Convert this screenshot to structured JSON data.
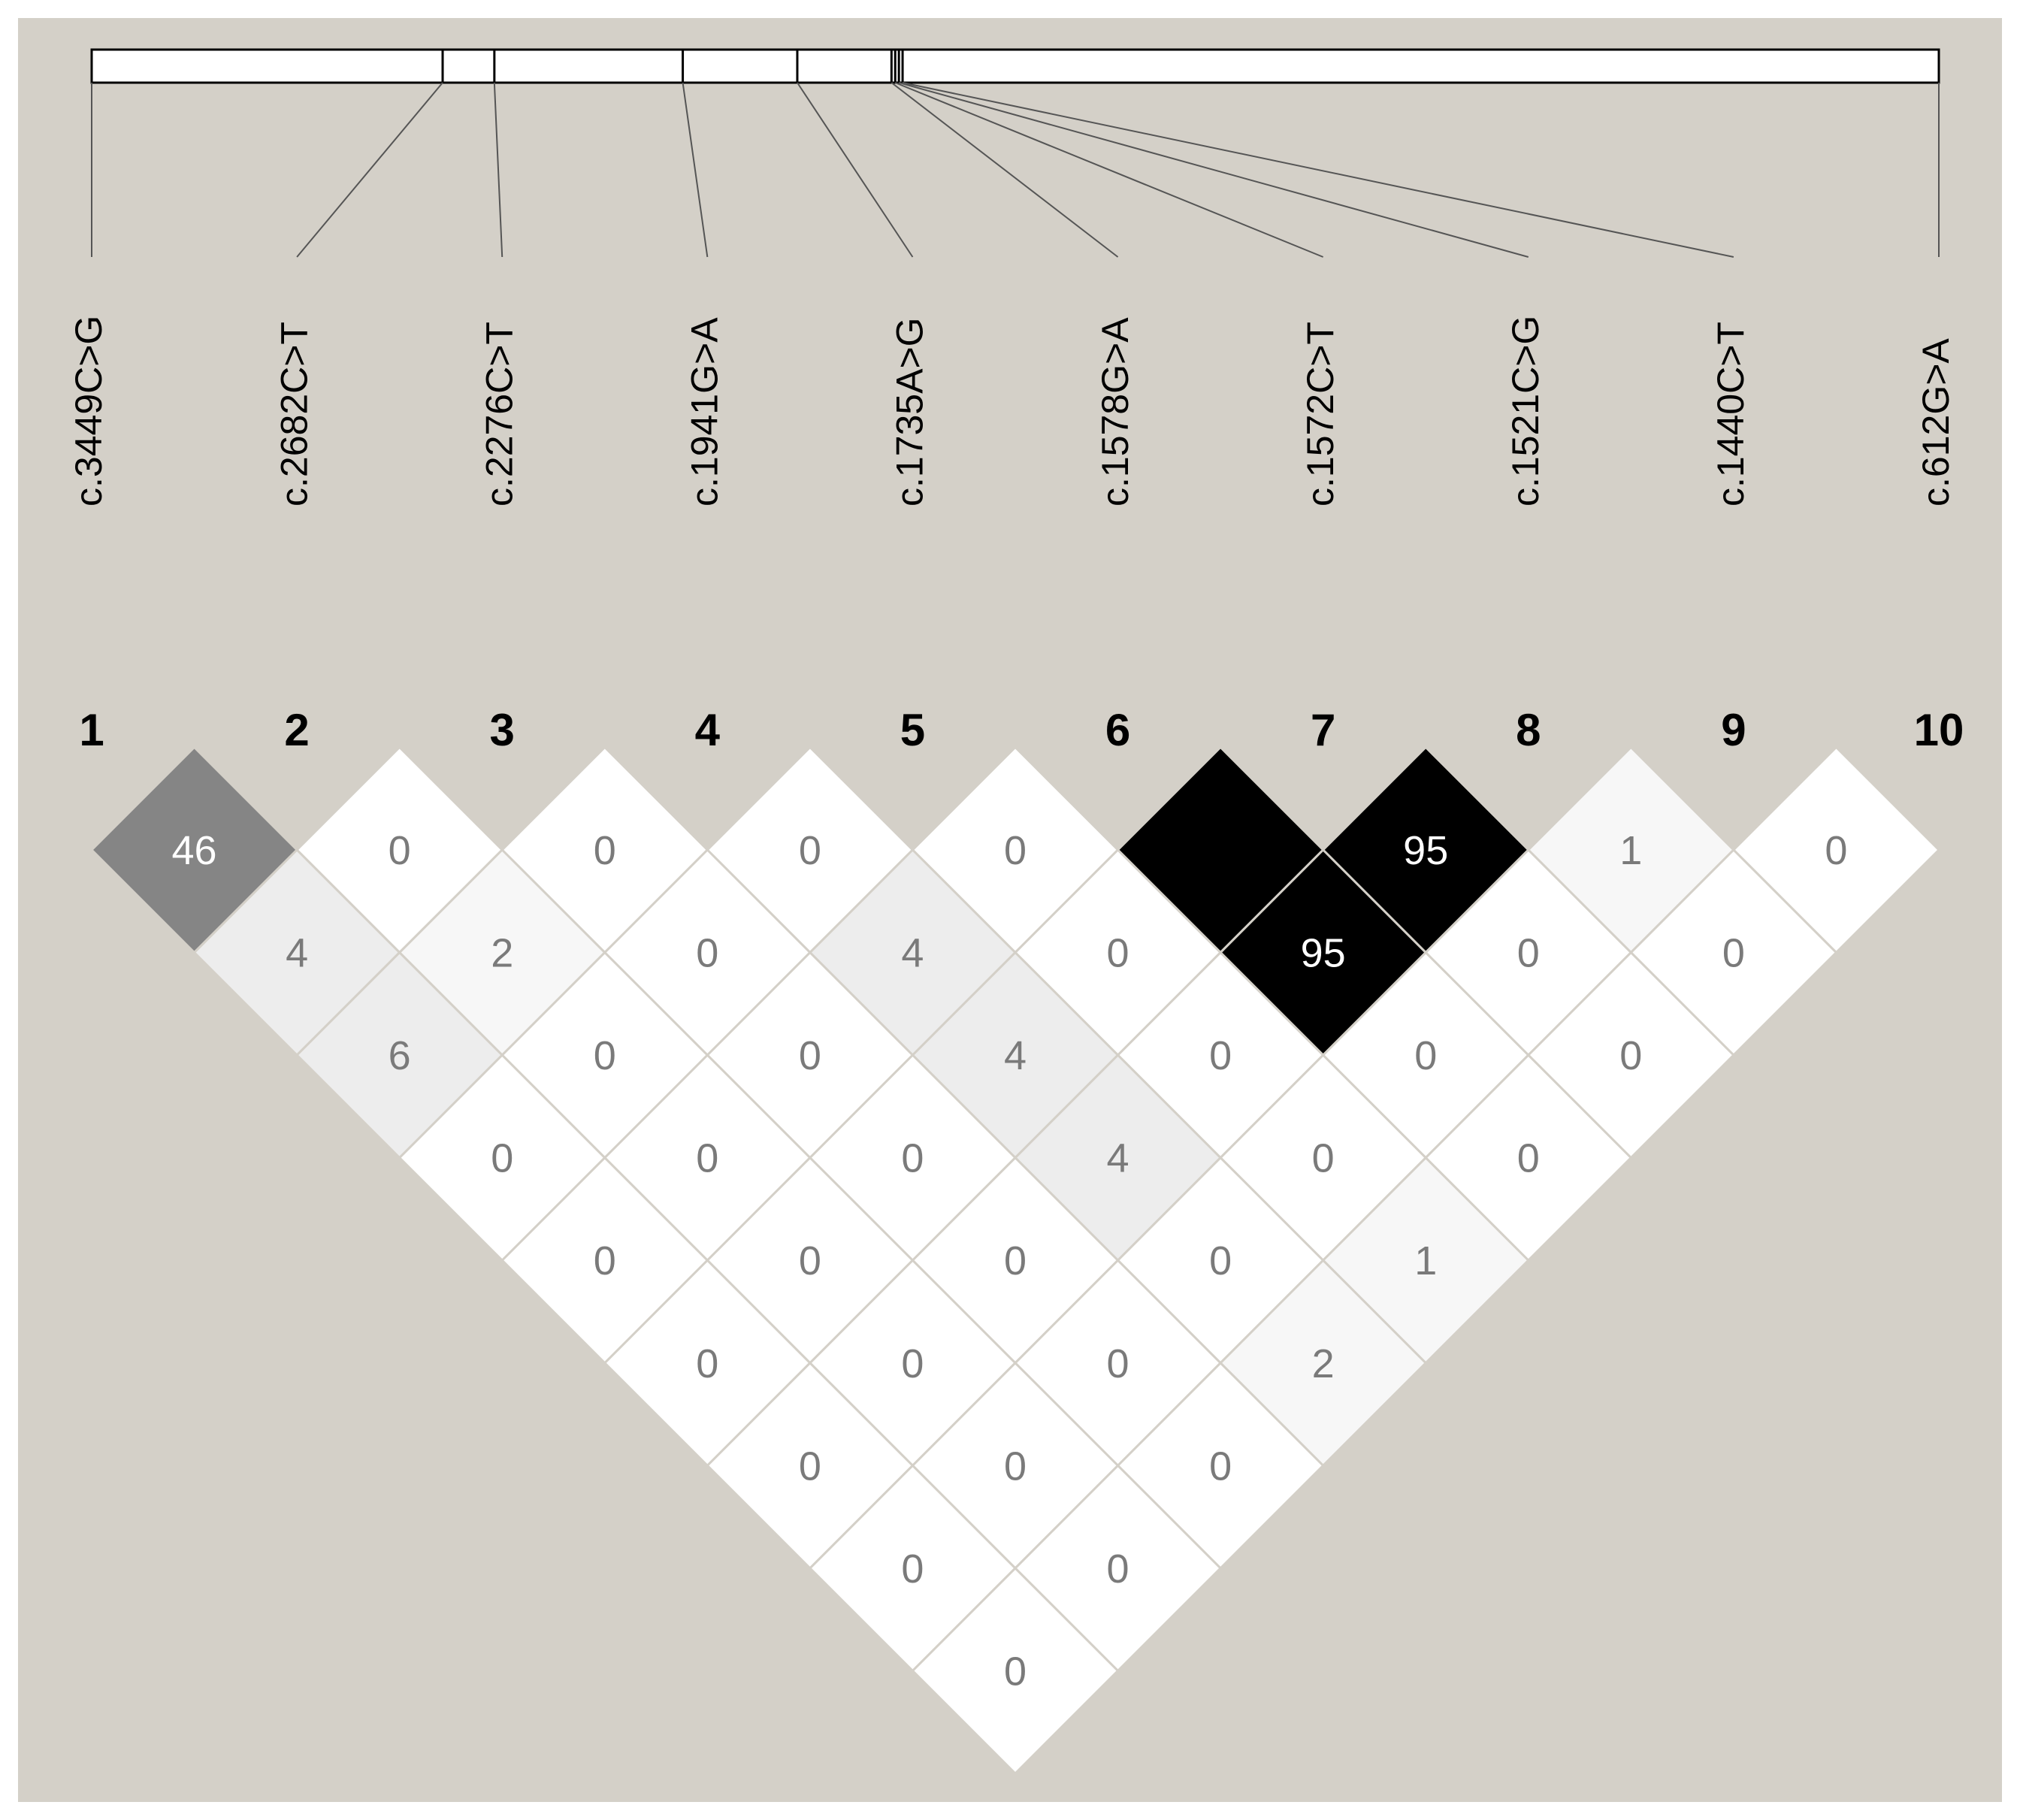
{
  "chart_data": {
    "type": "heatmap",
    "title": "",
    "snps": [
      {
        "index": "1",
        "name": "c.3449C>G",
        "track_position": 0.0
      },
      {
        "index": "2",
        "name": "c.2682C>T",
        "track_position": 0.19
      },
      {
        "index": "3",
        "name": "c.2276C>T",
        "track_position": 0.218
      },
      {
        "index": "4",
        "name": "c.1941G>A",
        "track_position": 0.32
      },
      {
        "index": "5",
        "name": "c.1735A>G",
        "track_position": 0.382
      },
      {
        "index": "6",
        "name": "c.1578G>A",
        "track_position": 0.433
      },
      {
        "index": "7",
        "name": "c.1572C>T",
        "track_position": 0.435
      },
      {
        "index": "8",
        "name": "c.1521C>G",
        "track_position": 0.437
      },
      {
        "index": "9",
        "name": "c.1440C>T",
        "track_position": 0.439
      },
      {
        "index": "10",
        "name": "c.612G>A",
        "track_position": 1.0
      }
    ],
    "ld_values": [
      {
        "i": 1,
        "j": 2,
        "value": "46"
      },
      {
        "i": 2,
        "j": 3,
        "value": "0"
      },
      {
        "i": 3,
        "j": 4,
        "value": "0"
      },
      {
        "i": 4,
        "j": 5,
        "value": "0"
      },
      {
        "i": 5,
        "j": 6,
        "value": "0"
      },
      {
        "i": 6,
        "j": 7,
        "value": ""
      },
      {
        "i": 7,
        "j": 8,
        "value": "95"
      },
      {
        "i": 8,
        "j": 9,
        "value": "1"
      },
      {
        "i": 9,
        "j": 10,
        "value": "0"
      },
      {
        "i": 1,
        "j": 3,
        "value": "4"
      },
      {
        "i": 2,
        "j": 4,
        "value": "2"
      },
      {
        "i": 3,
        "j": 5,
        "value": "0"
      },
      {
        "i": 4,
        "j": 6,
        "value": "4"
      },
      {
        "i": 5,
        "j": 7,
        "value": "0"
      },
      {
        "i": 6,
        "j": 8,
        "value": "95"
      },
      {
        "i": 7,
        "j": 9,
        "value": "0"
      },
      {
        "i": 8,
        "j": 10,
        "value": "0"
      },
      {
        "i": 1,
        "j": 4,
        "value": "6"
      },
      {
        "i": 2,
        "j": 5,
        "value": "0"
      },
      {
        "i": 3,
        "j": 6,
        "value": "0"
      },
      {
        "i": 4,
        "j": 7,
        "value": "4"
      },
      {
        "i": 5,
        "j": 8,
        "value": "0"
      },
      {
        "i": 6,
        "j": 9,
        "value": "0"
      },
      {
        "i": 7,
        "j": 10,
        "value": "0"
      },
      {
        "i": 1,
        "j": 5,
        "value": "0"
      },
      {
        "i": 2,
        "j": 6,
        "value": "0"
      },
      {
        "i": 3,
        "j": 7,
        "value": "0"
      },
      {
        "i": 4,
        "j": 8,
        "value": "4"
      },
      {
        "i": 5,
        "j": 9,
        "value": "0"
      },
      {
        "i": 6,
        "j": 10,
        "value": "0"
      },
      {
        "i": 1,
        "j": 6,
        "value": "0"
      },
      {
        "i": 2,
        "j": 7,
        "value": "0"
      },
      {
        "i": 3,
        "j": 8,
        "value": "0"
      },
      {
        "i": 4,
        "j": 9,
        "value": "0"
      },
      {
        "i": 5,
        "j": 10,
        "value": "1"
      },
      {
        "i": 1,
        "j": 7,
        "value": "0"
      },
      {
        "i": 2,
        "j": 8,
        "value": "0"
      },
      {
        "i": 3,
        "j": 9,
        "value": "0"
      },
      {
        "i": 4,
        "j": 10,
        "value": "2"
      },
      {
        "i": 1,
        "j": 8,
        "value": "0"
      },
      {
        "i": 2,
        "j": 9,
        "value": "0"
      },
      {
        "i": 3,
        "j": 10,
        "value": "0"
      },
      {
        "i": 1,
        "j": 9,
        "value": "0"
      },
      {
        "i": 2,
        "j": 10,
        "value": "0"
      },
      {
        "i": 1,
        "j": 10,
        "value": "0"
      }
    ],
    "cell_colors": {
      "strong": "#000000",
      "medium": "#858585",
      "light": "#ededed",
      "faint": "#f7f7f7",
      "none": "#ffffff",
      "text_dark": "#7a7a7a",
      "text_light": "#ffffff",
      "background": "#d4d0c8"
    }
  }
}
